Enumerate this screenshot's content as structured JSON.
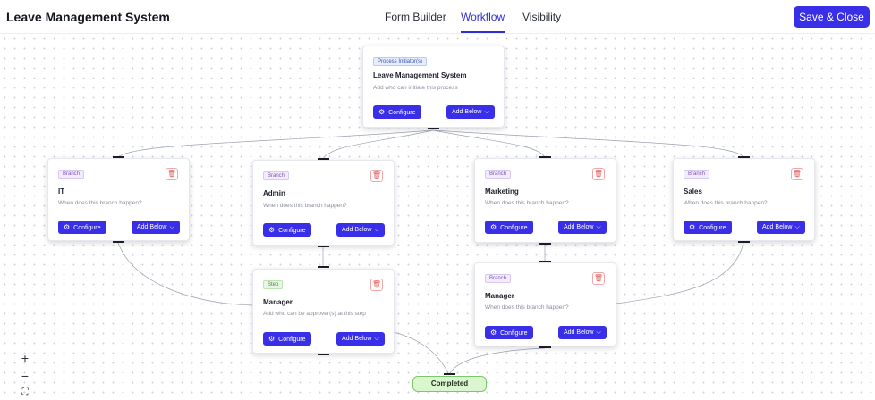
{
  "header": {
    "title": "Leave Management System",
    "tabs": [
      {
        "label": "Form Builder",
        "active": false
      },
      {
        "label": "Workflow",
        "active": true
      },
      {
        "label": "Visibility",
        "active": false
      }
    ],
    "save_label": "Save & Close"
  },
  "colors": {
    "primary": "#3a2fe8",
    "tab_active": "#2f2fd1",
    "delete": "#e35757",
    "completed_bg": "#d9f6cf",
    "completed_border": "#7cc76a"
  },
  "nodes": {
    "initiator": {
      "tag": "Process Initiator(s)",
      "title": "Leave Management System",
      "desc": "Add who can initiate this process",
      "configure": "Configure",
      "add_below": "Add Below"
    },
    "it": {
      "tag": "Branch",
      "title": "IT",
      "desc": "When does this branch happen?",
      "configure": "Configure",
      "add_below": "Add Below"
    },
    "admin": {
      "tag": "Branch",
      "title": "Admin",
      "desc": "When does this branch happen?",
      "configure": "Configure",
      "add_below": "Add Below"
    },
    "marketing": {
      "tag": "Branch",
      "title": "Marketing",
      "desc": "When does this branch happen?",
      "configure": "Configure",
      "add_below": "Add Below"
    },
    "sales": {
      "tag": "Branch",
      "title": "Sales",
      "desc": "When does this branch happen?",
      "configure": "Configure",
      "add_below": "Add Below"
    },
    "manager_step": {
      "tag": "Step",
      "title": "Manager",
      "desc": "Add who can be approver(s) at this step",
      "configure": "Configure",
      "add_below": "Add Below"
    },
    "manager_branch": {
      "tag": "Branch",
      "title": "Manager",
      "desc": "When does this branch happen?",
      "configure": "Configure",
      "add_below": "Add Below"
    }
  },
  "completed": {
    "label": "Completed"
  },
  "zoom": {
    "in": "+",
    "out": "−",
    "fit": "⛶"
  },
  "icons": {
    "configure": "gear-icon",
    "add_below": "chevron-down-icon",
    "delete": "trash-icon"
  }
}
